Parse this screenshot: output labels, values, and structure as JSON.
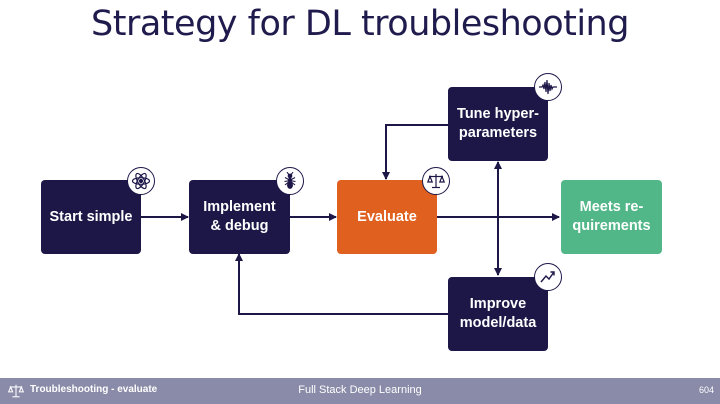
{
  "title": "Strategy for DL troubleshooting",
  "nodes": {
    "start": "Start simple",
    "implement": "Implement\n& debug",
    "evaluate": "Evaluate",
    "meets": "Meets re-\nquirements",
    "tune": "Tune hyper-\nparameters",
    "improve": "Improve\nmodel/data"
  },
  "icons": {
    "start": "atom-icon",
    "implement": "ant-icon",
    "evaluate": "scale-icon",
    "tune": "waveform-icon",
    "improve": "trend-up-icon"
  },
  "colors": {
    "navy": "#1d1748",
    "orange": "#e0601f",
    "green": "#52b788",
    "footer": "#8a8ba8"
  },
  "footer": {
    "section": "Troubleshooting - evaluate",
    "course": "Full Stack Deep Learning",
    "page": "604"
  }
}
